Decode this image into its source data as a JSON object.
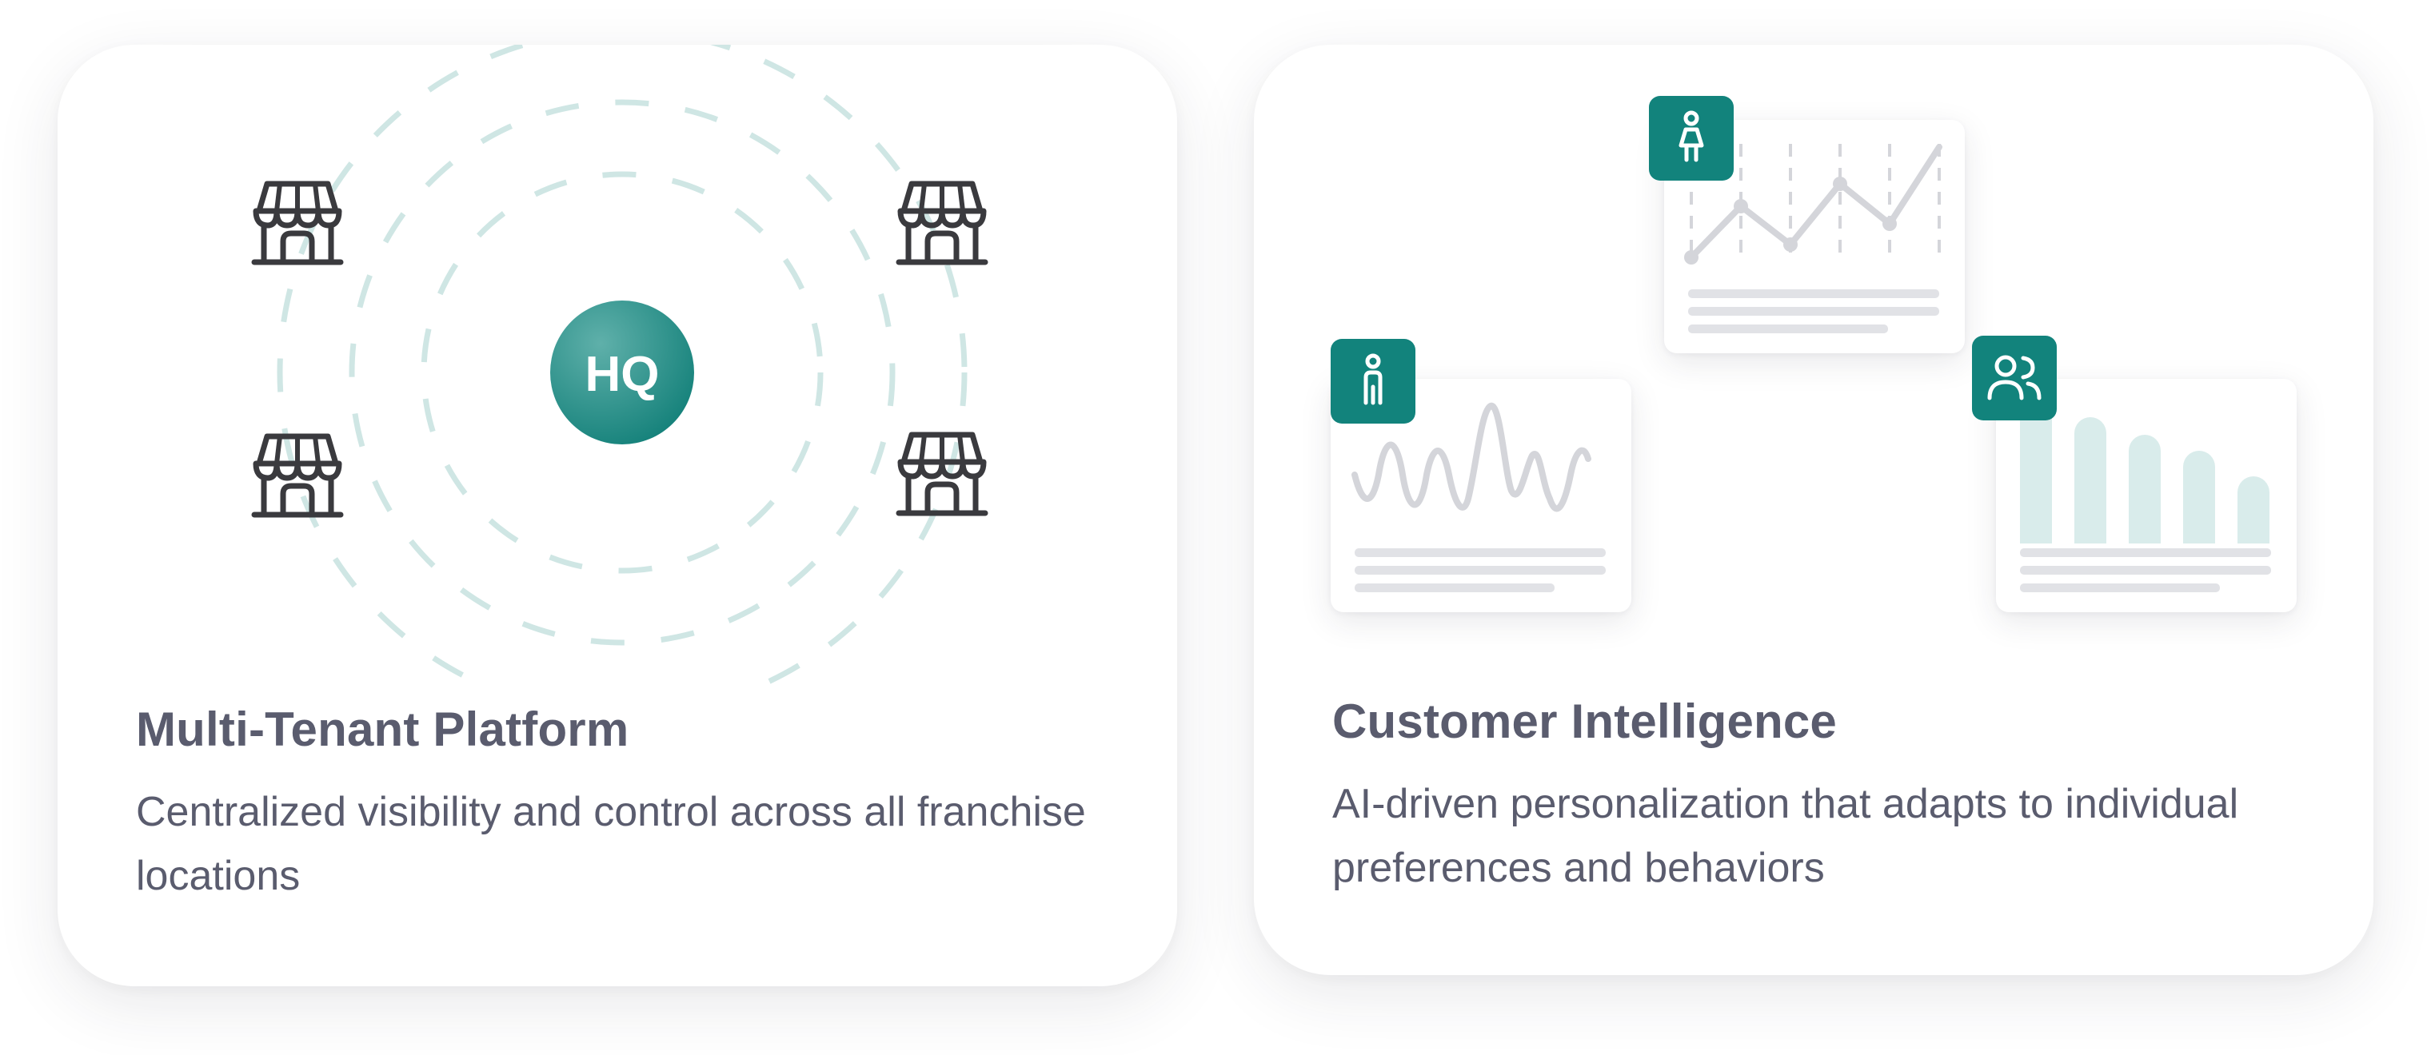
{
  "cards": [
    {
      "title": "Multi-Tenant Platform",
      "description": "Centralized visibility and control across all franchise locations",
      "hub_label": "HQ",
      "illustration_icons": [
        "storefront-icon",
        "storefront-icon",
        "storefront-icon",
        "storefront-icon"
      ]
    },
    {
      "title": "Customer Intelligence",
      "description": "AI-driven personalization that adapts to individual preferences and behaviors",
      "illustration_icons": [
        "female-user-icon",
        "male-user-icon",
        "user-group-icon"
      ]
    }
  ],
  "colors": {
    "accent": "#12837c",
    "ring": "#cfe6e4",
    "text": "#5a5c6e",
    "icon": "#3a3a3e",
    "chart_line": "#d4d5da",
    "bar_fill": "#d9eceb"
  }
}
